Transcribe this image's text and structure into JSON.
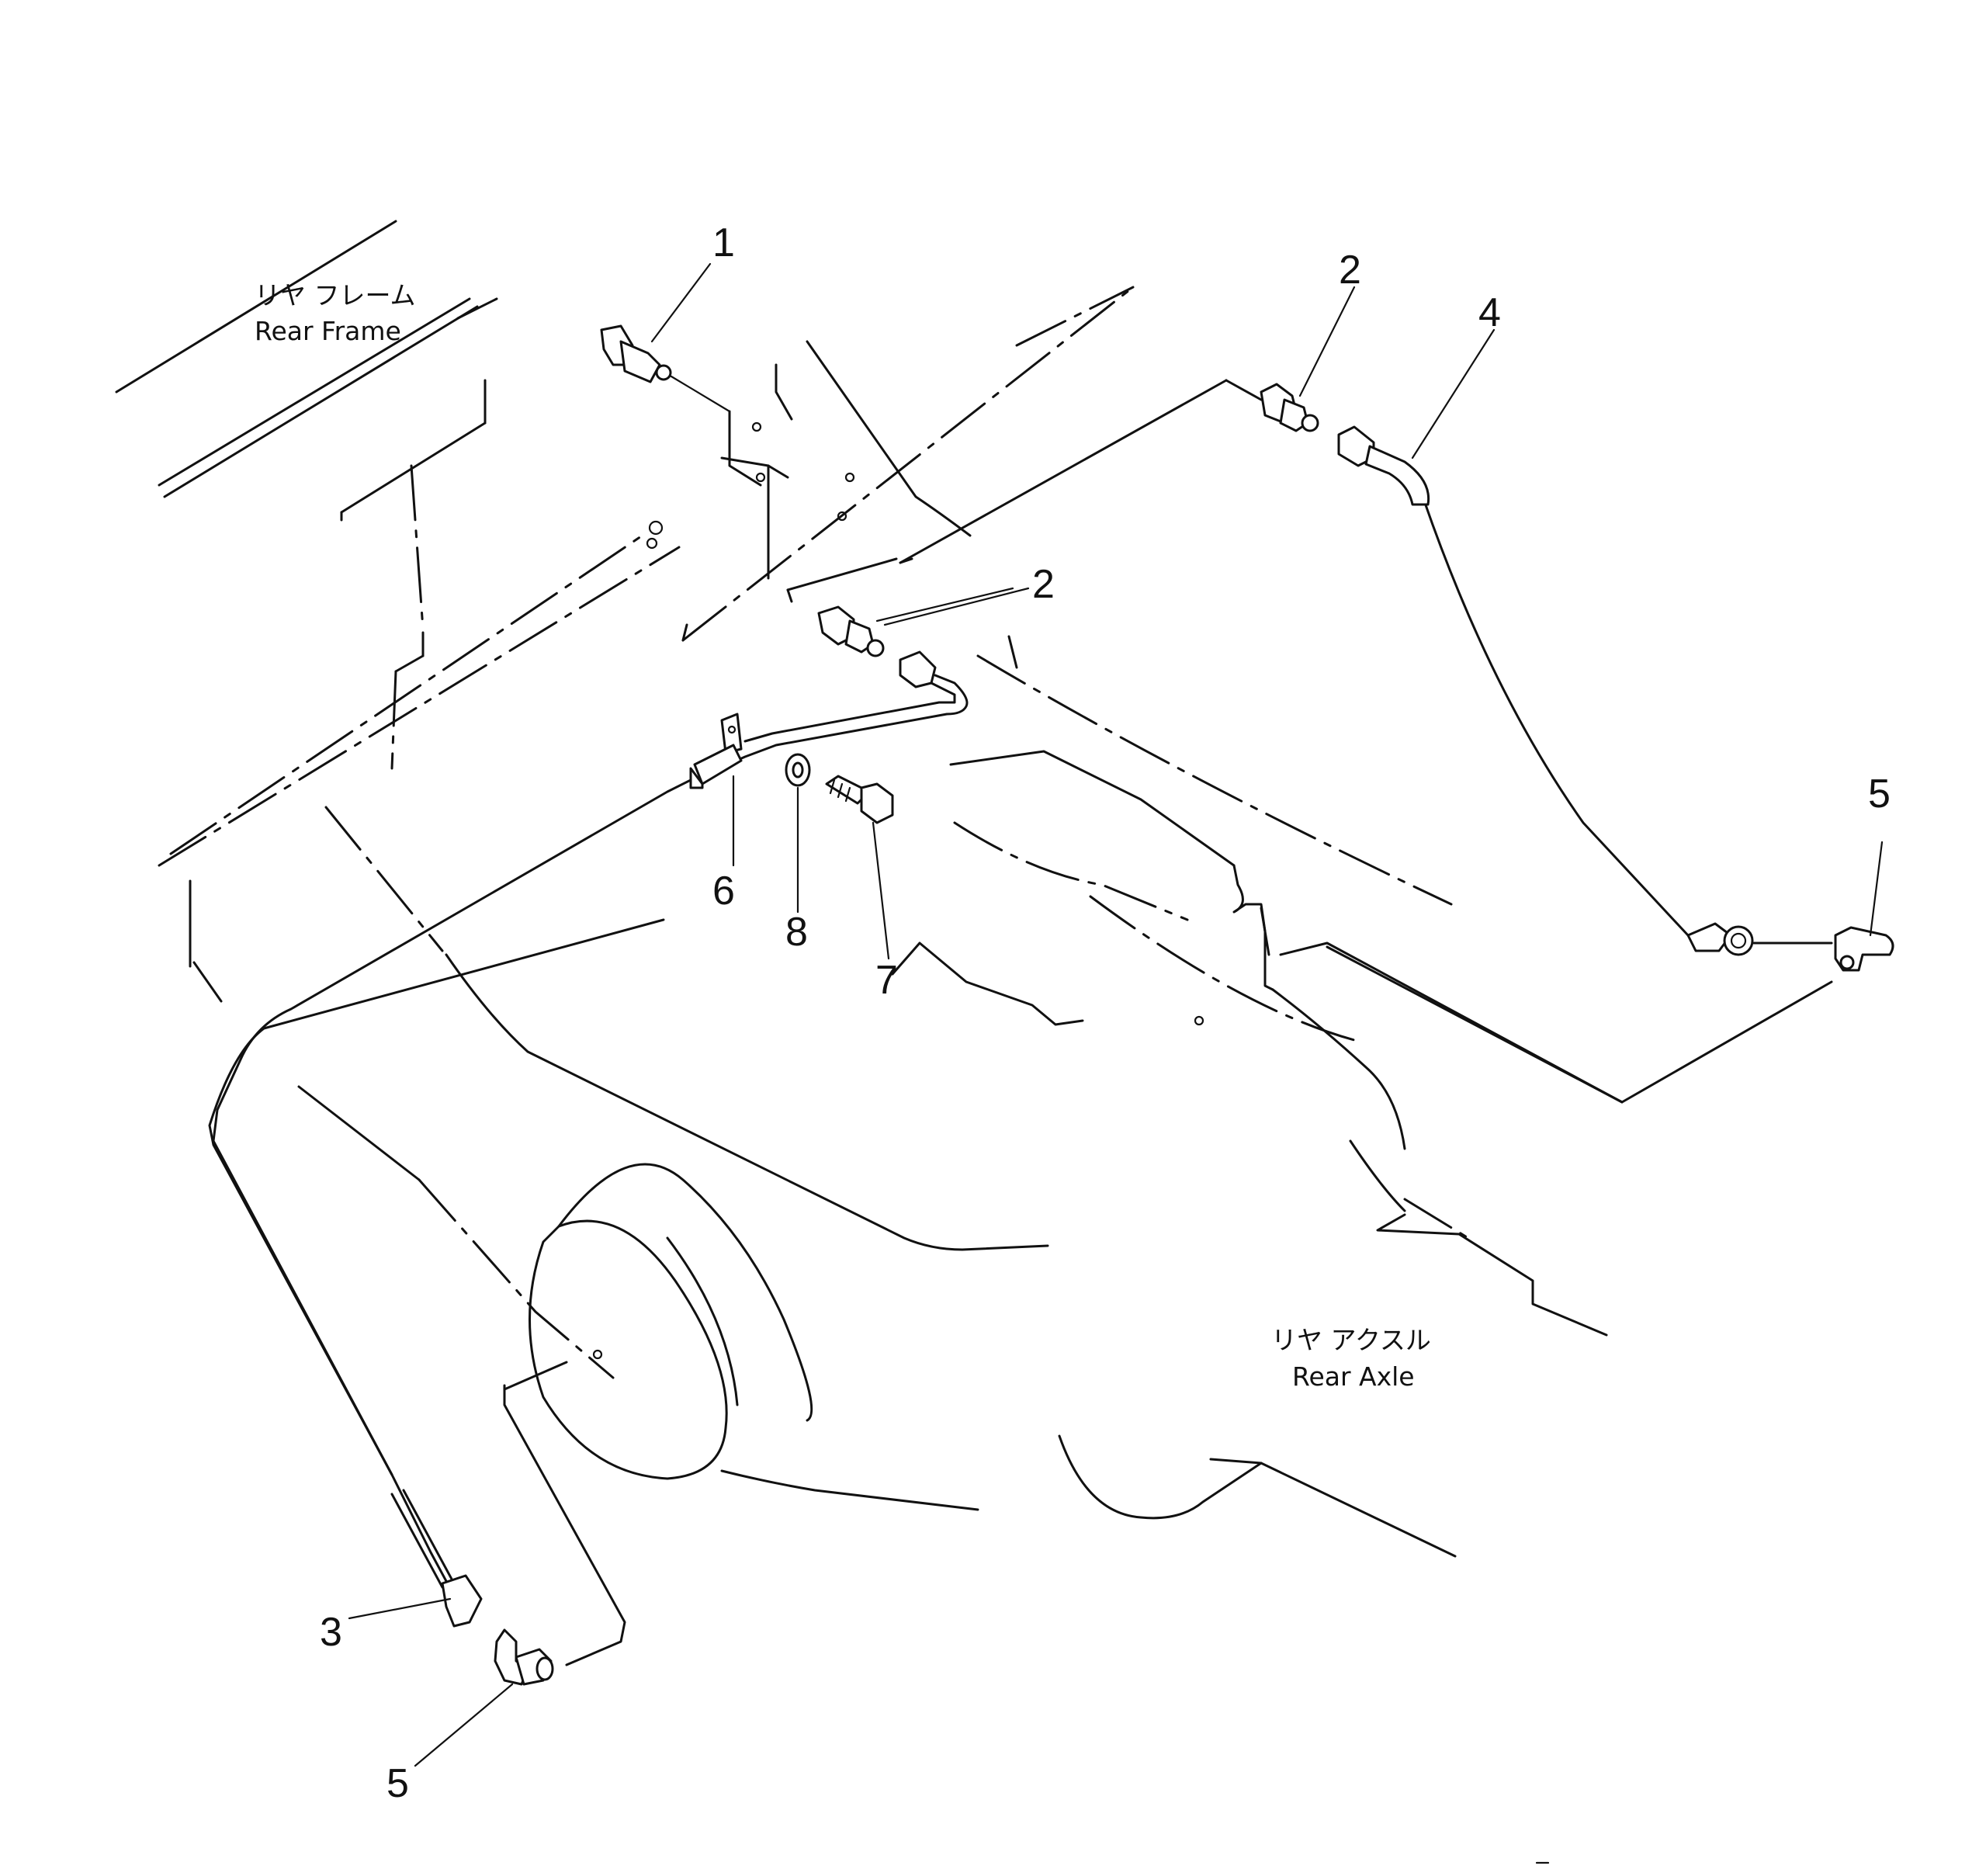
{
  "labels": {
    "rear_frame_jp": "リヤ フレーム",
    "rear_frame_en": "Rear Frame",
    "rear_axle_jp": "リヤ アクスル",
    "rear_axle_en": "Rear Axle"
  },
  "callouts": {
    "c1": "1",
    "c2a": "2",
    "c2b": "2",
    "c3": "3",
    "c4": "4",
    "c5a": "5",
    "c5b": "5",
    "c6": "6",
    "c7": "7",
    "c8": "8"
  },
  "stroke_color": "#111111"
}
